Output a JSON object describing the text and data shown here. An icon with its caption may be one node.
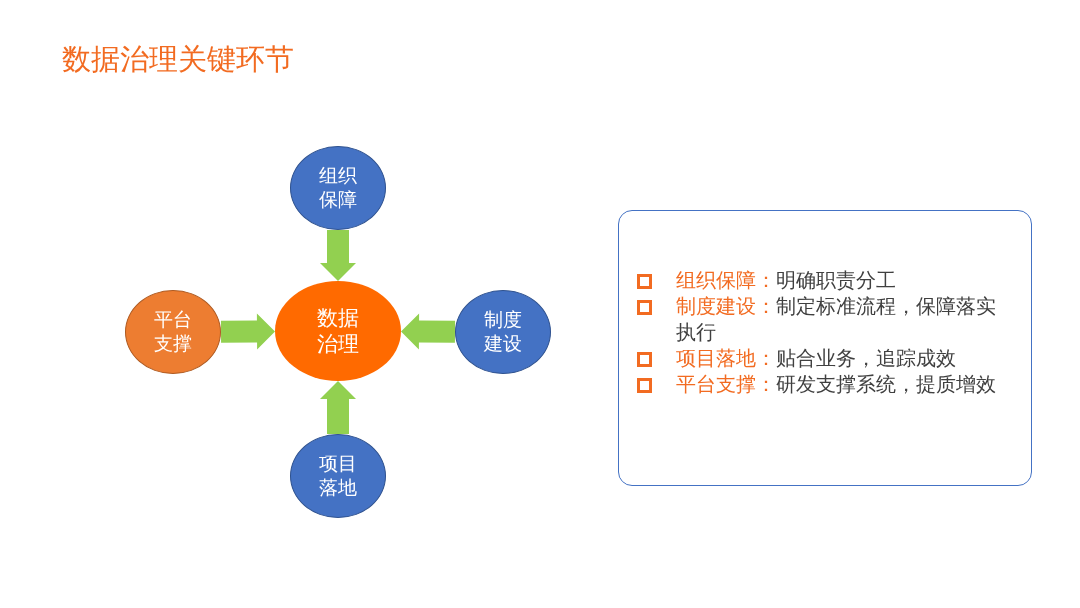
{
  "diagram": {
    "title": "数据治理关键环节",
    "nodes": [
      {
        "text": [
          "组织保障"
        ]
      },
      {
        "text": [
          "平台支撑"
        ]
      },
      {
        "text": [
          "数据治理"
        ]
      },
      {
        "text": [
          "制度建设"
        ]
      },
      {
        "text": [
          "项目落地"
        ]
      },
      {
        "text": [
          "组织保障：",
          "明确职责分工",
          "制度建设：",
          "制定标准流程，保障落实执行",
          "项目落地：",
          "贴合业务，追踪成效",
          "平台支撑：",
          "研发支撑系统，提质增效"
        ]
      }
    ],
    "edges": [
      {
        "from": 0,
        "to": 2,
        "arrow": "to",
        "style": "thick",
        "color": "#92d050"
      },
      {
        "from": 1,
        "to": 2,
        "arrow": "to",
        "style": "thick",
        "color": "#92d050"
      },
      {
        "from": 3,
        "to": 2,
        "arrow": "to",
        "style": "thick",
        "color": "#92d050"
      },
      {
        "from": 4,
        "to": 2,
        "arrow": "to",
        "style": "thick",
        "color": "#92d050"
      }
    ]
  }
}
